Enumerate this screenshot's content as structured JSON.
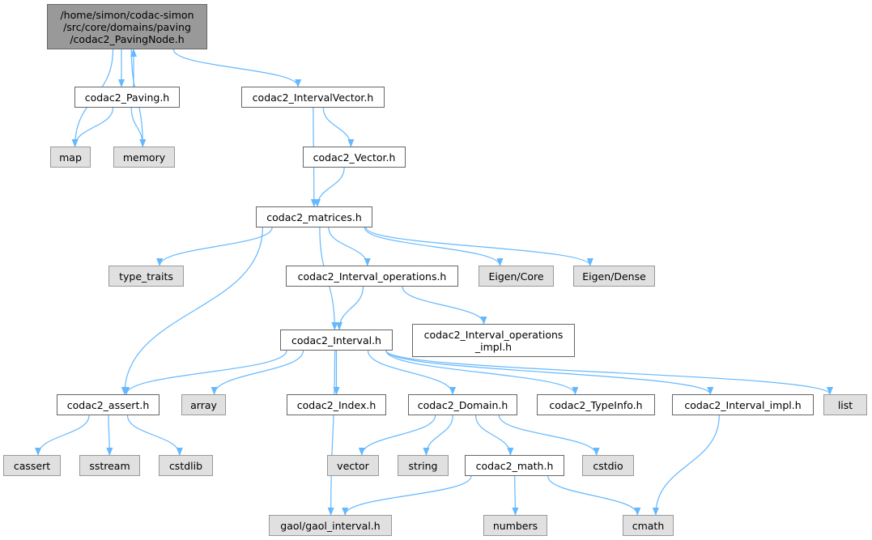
{
  "colors": {
    "edge": "#63b8ff",
    "root_fill": "#999999",
    "system_fill": "#e0e0e0",
    "local_fill": "#ffffff"
  },
  "nodes": {
    "root": {
      "label": "/home/simon/codac-simon\n/src/core/domains/paving\n/codac2_PavingNode.h",
      "kind": "root"
    },
    "paving": {
      "label": "codac2_Paving.h",
      "kind": "local"
    },
    "ivec": {
      "label": "codac2_IntervalVector.h",
      "kind": "local"
    },
    "map": {
      "label": "map",
      "kind": "sys"
    },
    "memory": {
      "label": "memory",
      "kind": "sys"
    },
    "vector_h": {
      "label": "codac2_Vector.h",
      "kind": "local"
    },
    "matrices": {
      "label": "codac2_matrices.h",
      "kind": "local"
    },
    "type_traits": {
      "label": "type_traits",
      "kind": "sys"
    },
    "iops": {
      "label": "codac2_Interval_operations.h",
      "kind": "local"
    },
    "eigencore": {
      "label": "Eigen/Core",
      "kind": "sys"
    },
    "eigendense": {
      "label": "Eigen/Dense",
      "kind": "sys"
    },
    "interval": {
      "label": "codac2_Interval.h",
      "kind": "local"
    },
    "iopsimpl": {
      "label": "codac2_Interval_operations\n_impl.h",
      "kind": "local"
    },
    "assert": {
      "label": "codac2_assert.h",
      "kind": "local"
    },
    "array": {
      "label": "array",
      "kind": "sys"
    },
    "index": {
      "label": "codac2_Index.h",
      "kind": "local"
    },
    "domain": {
      "label": "codac2_Domain.h",
      "kind": "local"
    },
    "typeinfo": {
      "label": "codac2_TypeInfo.h",
      "kind": "local"
    },
    "intimpl": {
      "label": "codac2_Interval_impl.h",
      "kind": "local"
    },
    "list": {
      "label": "list",
      "kind": "sys"
    },
    "cassert": {
      "label": "cassert",
      "kind": "sys"
    },
    "sstream": {
      "label": "sstream",
      "kind": "sys"
    },
    "cstdlib": {
      "label": "cstdlib",
      "kind": "sys"
    },
    "vector": {
      "label": "vector",
      "kind": "sys"
    },
    "string": {
      "label": "string",
      "kind": "sys"
    },
    "math": {
      "label": "codac2_math.h",
      "kind": "local"
    },
    "cstdio": {
      "label": "cstdio",
      "kind": "sys"
    },
    "gaol": {
      "label": "gaol/gaol_interval.h",
      "kind": "sys"
    },
    "numbers": {
      "label": "numbers",
      "kind": "sys"
    },
    "cmath": {
      "label": "cmath",
      "kind": "sys"
    }
  },
  "edges": [
    [
      "root",
      "map"
    ],
    [
      "root",
      "paving"
    ],
    [
      "root",
      "memory"
    ],
    [
      "root",
      "ivec"
    ],
    [
      "paving",
      "root"
    ],
    [
      "paving",
      "map"
    ],
    [
      "paving",
      "memory"
    ],
    [
      "ivec",
      "matrices"
    ],
    [
      "ivec",
      "vector_h"
    ],
    [
      "vector_h",
      "matrices"
    ],
    [
      "matrices",
      "type_traits"
    ],
    [
      "matrices",
      "iops"
    ],
    [
      "matrices",
      "eigencore"
    ],
    [
      "matrices",
      "eigendense"
    ],
    [
      "matrices",
      "interval"
    ],
    [
      "matrices",
      "assert"
    ],
    [
      "iops",
      "interval"
    ],
    [
      "iops",
      "iopsimpl"
    ],
    [
      "interval",
      "assert"
    ],
    [
      "interval",
      "array"
    ],
    [
      "interval",
      "index"
    ],
    [
      "interval",
      "domain"
    ],
    [
      "interval",
      "typeinfo"
    ],
    [
      "interval",
      "intimpl"
    ],
    [
      "interval",
      "list"
    ],
    [
      "interval",
      "gaol"
    ],
    [
      "assert",
      "cassert"
    ],
    [
      "assert",
      "sstream"
    ],
    [
      "assert",
      "cstdlib"
    ],
    [
      "domain",
      "vector"
    ],
    [
      "domain",
      "string"
    ],
    [
      "domain",
      "math"
    ],
    [
      "domain",
      "cstdio"
    ],
    [
      "math",
      "gaol"
    ],
    [
      "math",
      "numbers"
    ],
    [
      "math",
      "cmath"
    ],
    [
      "intimpl",
      "cmath"
    ]
  ]
}
